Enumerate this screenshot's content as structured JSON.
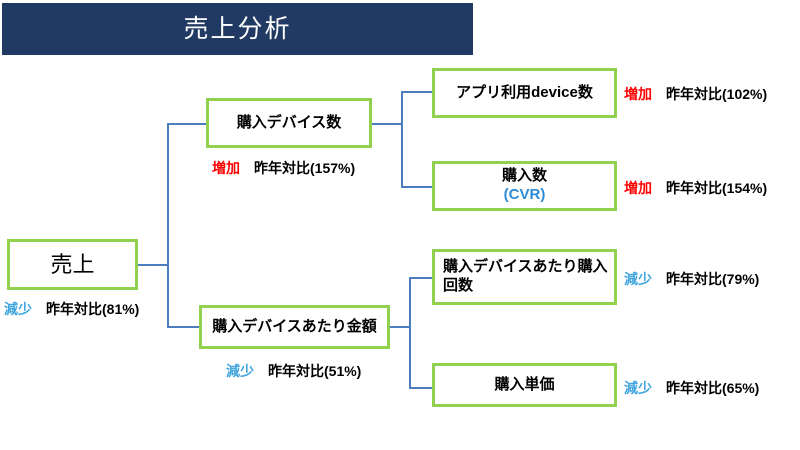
{
  "header": {
    "title": "売上分析",
    "bar_color": "#213A63",
    "title_color": "#ffffff"
  },
  "theme": {
    "box_border": "#92D050",
    "connector": "#4C7EBF",
    "increase_color": "#FF0000",
    "decrease_color": "#41A6DE",
    "accent_blue": "#2E8BD6",
    "text_color": "#000000",
    "background": "#ffffff"
  },
  "tree": {
    "root": {
      "label": "売上",
      "trend": "減少",
      "trend_type": "decrease",
      "yoy": "昨年対比(81%)"
    },
    "branches": [
      {
        "label": "購入デバイス数",
        "trend": "増加",
        "trend_type": "increase",
        "yoy": "昨年対比(157%)",
        "children": [
          {
            "label": "アプリ利用device数",
            "sub_label": "",
            "trend": "増加",
            "trend_type": "increase",
            "yoy": "昨年対比(102%)"
          },
          {
            "label": "購入数",
            "sub_label": "(CVR)",
            "trend": "増加",
            "trend_type": "increase",
            "yoy": "昨年対比(154%)"
          }
        ]
      },
      {
        "label": "購入デバイスあたり金額",
        "trend": "減少",
        "trend_type": "decrease",
        "yoy": "昨年対比(51%)",
        "children": [
          {
            "label": "購入デバイスあたり購入回数",
            "sub_label": "",
            "trend": "減少",
            "trend_type": "decrease",
            "yoy": "昨年対比(79%)"
          },
          {
            "label": "購入単価",
            "sub_label": "",
            "trend": "減少",
            "trend_type": "decrease",
            "yoy": "昨年対比(65%)"
          }
        ]
      }
    ]
  }
}
